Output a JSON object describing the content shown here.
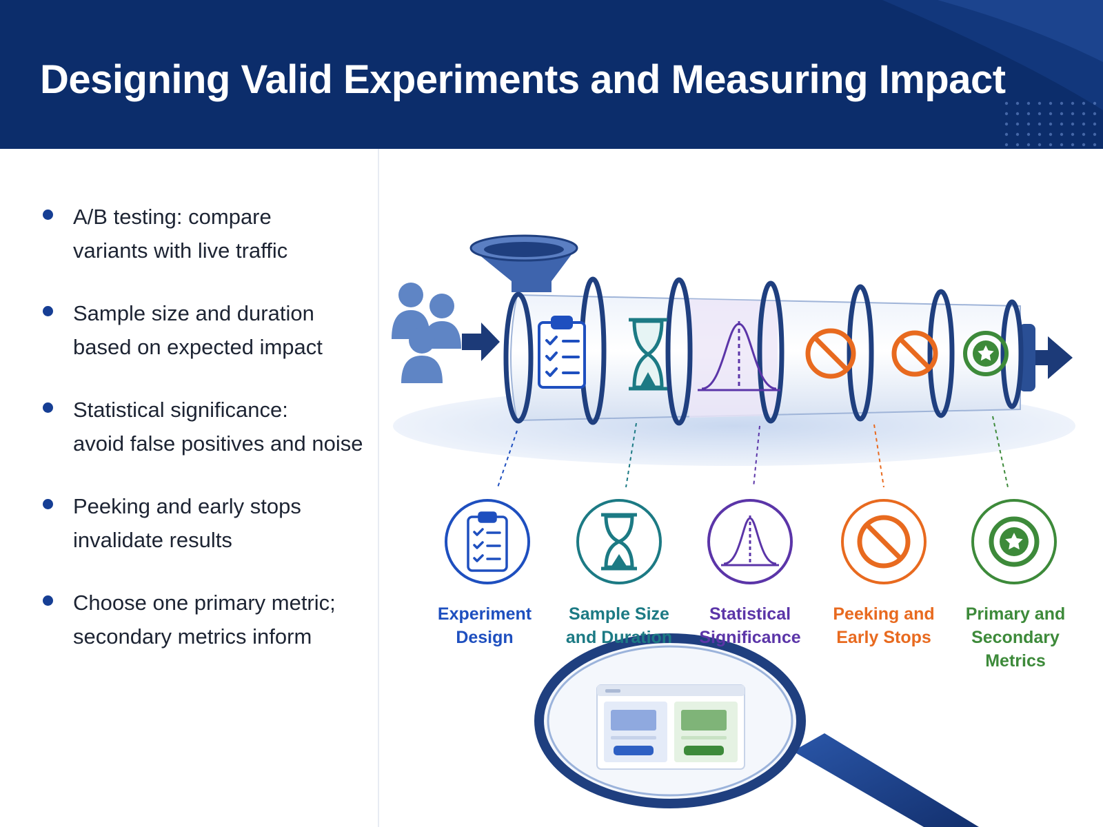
{
  "title": "Designing Valid Experiments and Measuring Impact",
  "bullets": [
    {
      "line1": "A/B testing: compare",
      "line2": "variants with live traffic"
    },
    {
      "line1": "Sample size and duration",
      "line2": "based on expected impact"
    },
    {
      "line1": "Statistical significance:",
      "line2": "avoid false positives and noise"
    },
    {
      "line1": "Peeking and early stops",
      "line2": "invalidate results"
    },
    {
      "line1": "Choose one primary metric;",
      "line2": "secondary metrics inform"
    }
  ],
  "stages": [
    {
      "icon": "clipboard-checklist-icon",
      "label_lines": [
        "Experiment",
        "Design"
      ],
      "color": "#1e4fbf"
    },
    {
      "icon": "hourglass-icon",
      "label_lines": [
        "Sample Size",
        "and Duration"
      ],
      "color": "#1c7a84"
    },
    {
      "icon": "bell-curve-icon",
      "label_lines": [
        "Statistical",
        "Significance"
      ],
      "color": "#5b35a8"
    },
    {
      "icon": "prohibited-icon",
      "label_lines": [
        "Peeking and",
        "Early Stops"
      ],
      "color": "#e86a1f"
    },
    {
      "icon": "star-target-icon",
      "label_lines": [
        "Primary and",
        "Secondary",
        "Metrics"
      ],
      "color": "#3d8a3a"
    }
  ],
  "colors": {
    "header_bg": "#0c2d6b",
    "header_text": "#ffffff",
    "bullet_dot": "#163e94",
    "pipe_ring": "#1f3f7f",
    "arrow": "#1c3a78",
    "users": "#5f85c5"
  },
  "illustration": {
    "input_icon": "users-group-icon",
    "funnel_icon": "funnel-icon",
    "output_icon": "arrow-right-icon",
    "inspect_icon": "magnifying-glass-icon",
    "screen_icon": "ab-variant-screen-icon"
  }
}
